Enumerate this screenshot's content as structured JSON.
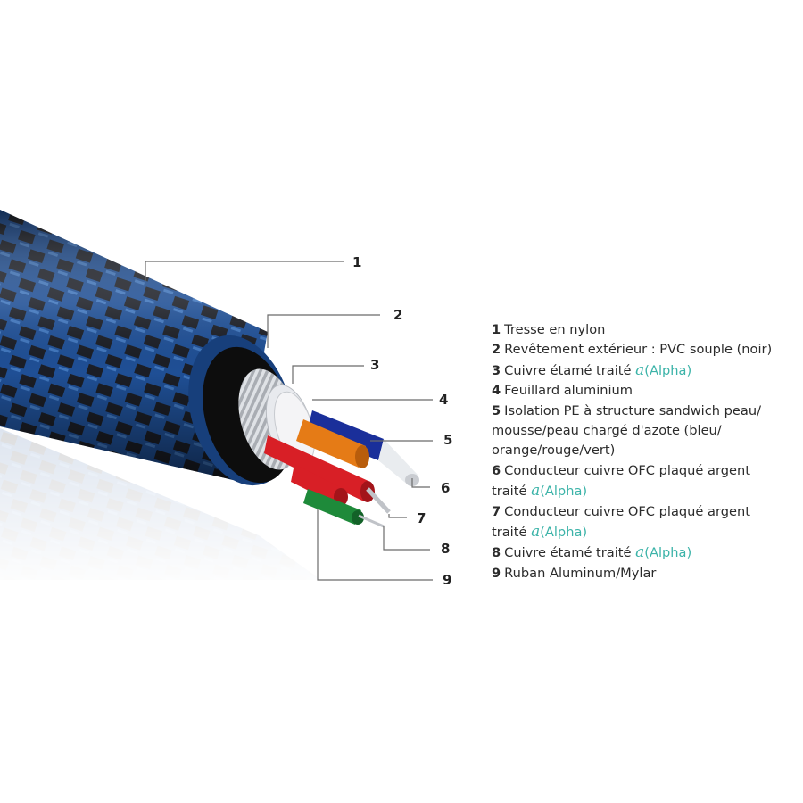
{
  "colors": {
    "braid_blue": "#1f4f95",
    "braid_dark": "#1c1f26",
    "jacket": "#0d0d0d",
    "alpha": "#3bb3a8",
    "insulation_blue": "#1a2f9a",
    "insulation_orange": "#e57b16",
    "insulation_red": "#d81f26",
    "insulation_green": "#1e8a3a"
  },
  "callouts": [
    "1",
    "2",
    "3",
    "4",
    "5",
    "6",
    "7",
    "8",
    "9"
  ],
  "legend": [
    {
      "num": "1",
      "text": "Tresse en nylon"
    },
    {
      "num": "2",
      "text": "Revêtement extérieur : PVC souple (noir)"
    },
    {
      "num": "3",
      "text": "Cuivre étamé traité",
      "alpha_symbol": "a",
      "alpha_label": "(Alpha)"
    },
    {
      "num": "4",
      "text": "Feuillard aluminium"
    },
    {
      "num": "5",
      "text": "Isolation PE à structure sandwich peau/",
      "text2": "mousse/peau chargé d'azote (bleu/",
      "text3": "orange/rouge/vert)"
    },
    {
      "num": "6",
      "text": "Conducteur cuivre OFC plaqué argent",
      "text2": "traité",
      "alpha_symbol": "a",
      "alpha_label": "(Alpha)"
    },
    {
      "num": "7",
      "text": "Conducteur cuivre OFC plaqué argent",
      "text2": "traité",
      "alpha_symbol": "a",
      "alpha_label": "(Alpha)"
    },
    {
      "num": "8",
      "text": "Cuivre étamé traité",
      "alpha_symbol": "a",
      "alpha_label": "(Alpha)"
    },
    {
      "num": "9",
      "text": "Ruban Aluminum/Mylar"
    }
  ]
}
